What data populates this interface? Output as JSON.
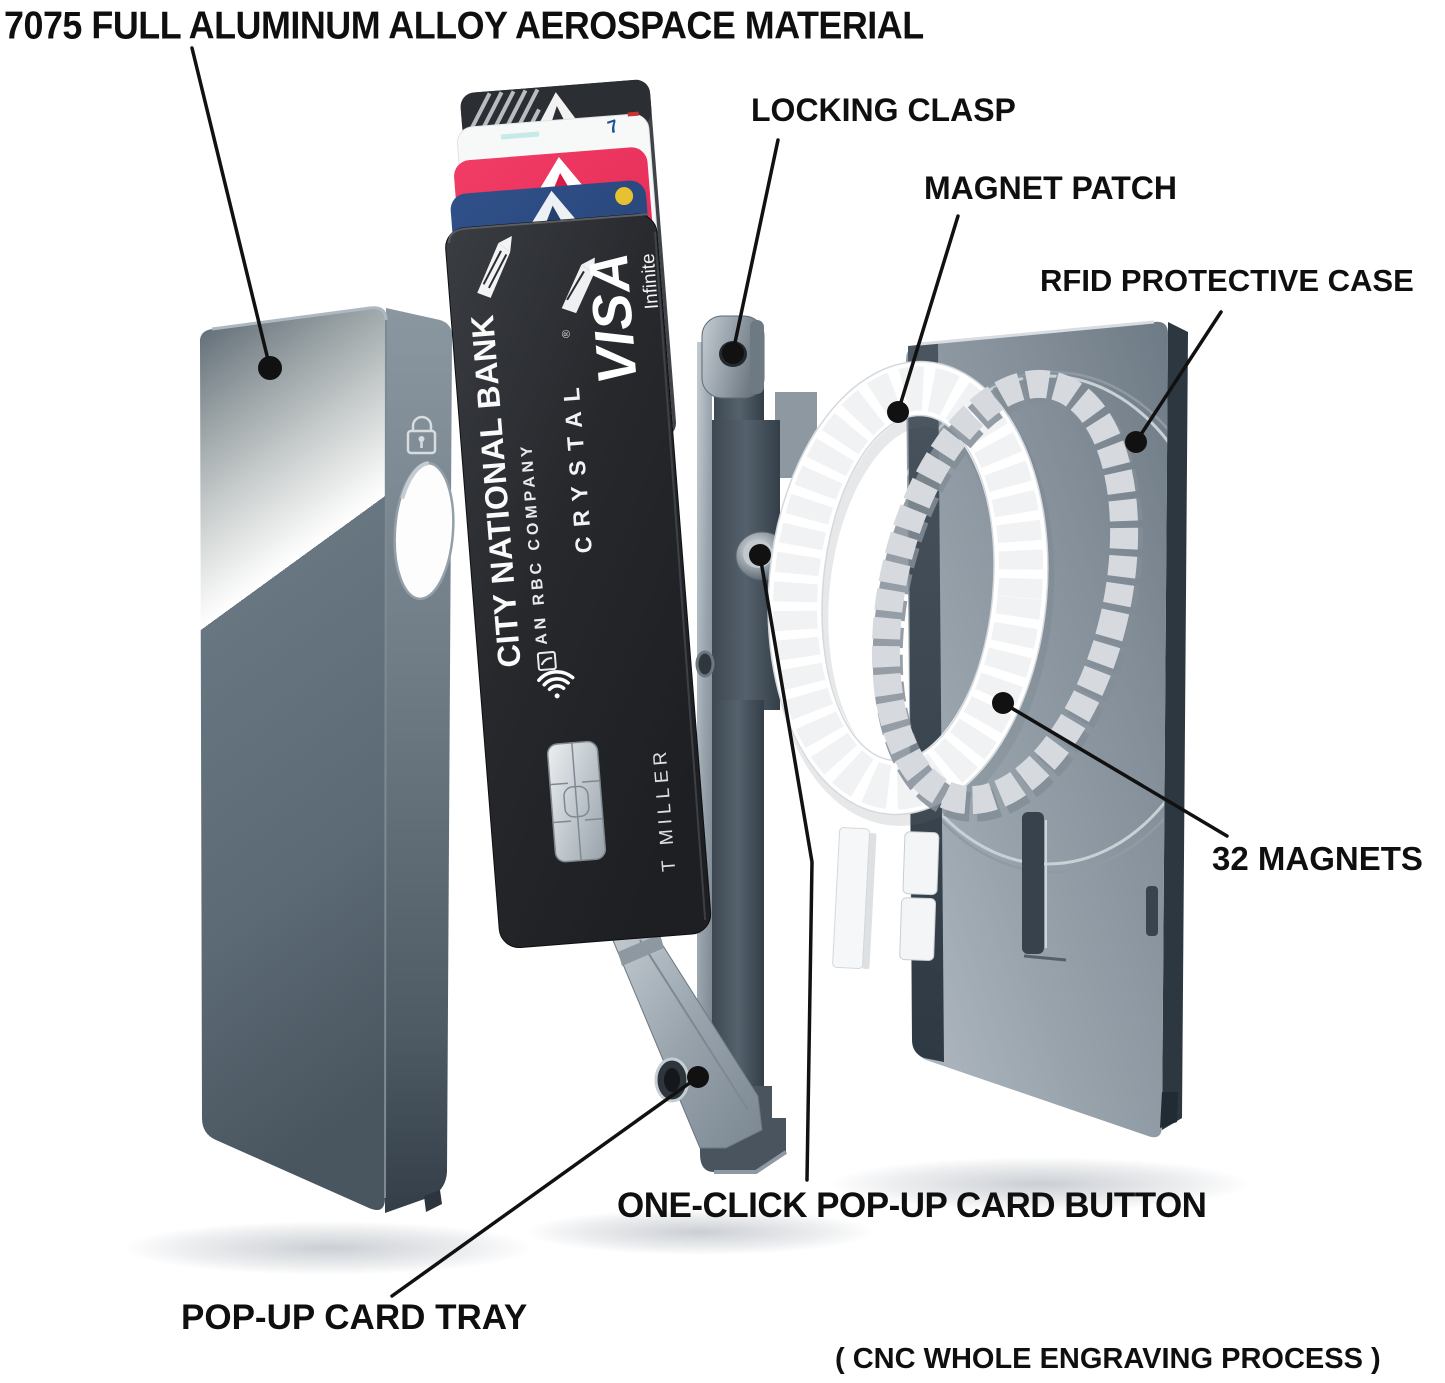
{
  "labels": {
    "material": "7075 FULL ALUMINUM ALLOY AEROSPACE MATERIAL",
    "locking_clasp": "LOCKING CLASP",
    "magnet_patch": "MAGNET PATCH",
    "rfid_case": "RFID PROTECTIVE CASE",
    "magnets": "32 MAGNETS",
    "popup_button": "ONE-CLICK POP-UP CARD BUTTON",
    "popup_tray": "POP-UP CARD TRAY",
    "cnc_note": "( CNC WHOLE ENGRAVING PROCESS )"
  },
  "card": {
    "bank_name": "CITY NATIONAL BANK",
    "bank_subtitle": "AN RBC COMPANY",
    "product_name": "CRYSTAL",
    "registered_mark": "®",
    "network": "VISA",
    "network_tier": "Infinite",
    "cardholder": "T MILLER",
    "stack_glyph": "7"
  },
  "palette": {
    "case_metal": "#5b6874",
    "rfid_case_face": "#98a3ac",
    "card_black": "#26282c",
    "card_red": "#e02450",
    "card_blue": "#27446f",
    "magnet_segment": "#d6dade",
    "magnet_patch_white": "#ffffff",
    "label_text": "#111111",
    "leader_line": "#111111"
  }
}
